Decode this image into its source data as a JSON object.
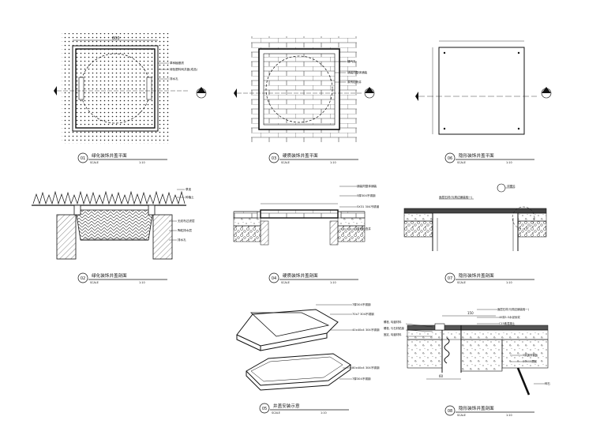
{
  "panels": [
    {
      "num": "01",
      "title": "绿化装饰井盖平面",
      "scale": "SCALE",
      "ratio": "1:10"
    },
    {
      "num": "03",
      "title": "硬质装饰井盖平面",
      "scale": "SCALE",
      "ratio": "1:10"
    },
    {
      "num": "06",
      "title": "隐形装饰井盖平面",
      "scale": "SCALE",
      "ratio": "1:10"
    },
    {
      "num": "02",
      "title": "绿化装饰井盖剖面",
      "scale": "SCALE",
      "ratio": "1:10"
    },
    {
      "num": "04",
      "title": "硬质装饰井盖剖面",
      "scale": "SCALE",
      "ratio": "1:10"
    },
    {
      "num": "07",
      "title": "隐形装饰井盖剖面",
      "scale": "SCALE",
      "ratio": "1:10"
    },
    {
      "num": "05",
      "title": "井盖安装示意",
      "scale": "SCALE",
      "ratio": "1:10"
    },
    {
      "num": "08",
      "title": "隐形装饰井盖剖面",
      "scale": "SCALE",
      "ratio": "1:10"
    }
  ],
  "annotations": {
    "p01": [
      "草种植基质",
      "绿色塑料网井盖(成品)",
      "排水孔"
    ],
    "p03": [
      "通气孔",
      "铺装同整体铺装",
      "原有检修井"
    ],
    "p02": [
      "草皮",
      "种植土",
      "无纺布过滤层",
      "陶粒排水层",
      "排水孔"
    ],
    "p04": [
      "铺装同整体铺装",
      "5厚304不锈钢",
      "5X31 304不锈钢",
      "原有检查井"
    ],
    "p07_a": "面层石材(与周边铺装相一)",
    "p07_b": "详图见",
    "p05": [
      "7厚304不锈钢",
      "70x7 304不锈钢",
      "40x40x4 304不锈钢",
      "80x40x4 304不锈钢",
      "7厚304不锈钢"
    ],
    "p08": [
      "面层石材(与周边铺装相一)",
      "40厚1:3水泥砂浆",
      "C15素混凝土",
      "5厚镀锌钢板",
      "80X40角钢",
      "碎石"
    ],
    "p08_left": [
      "螺栓, 勾缝材料",
      "螺栓, 与石材粘接",
      "固定, 勾缝材料"
    ],
    "p08_dim_top": "150",
    "p08_dim_bot": "60",
    "p01_dim": "800"
  },
  "colors": {
    "line": "#111111",
    "hatch": "#333333"
  }
}
